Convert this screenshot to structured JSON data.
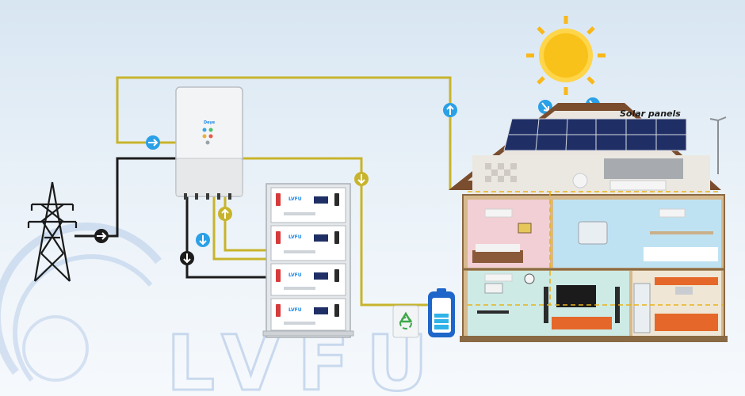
{
  "labels": {
    "solar_panels": "Solar panels",
    "battery_brand": "LVFU",
    "inverter_brand": "Deye",
    "watermark": "LVFU"
  },
  "colors": {
    "ac_line": "#c8b42c",
    "grid_line": "#1c1c1c",
    "arrow_badge": "#2aa0e6",
    "sun": "#f8c21a",
    "battery_accent": "#d63a3a",
    "watermark": "#4a7fc6"
  },
  "icons": {
    "transmission_tower": "transmission-tower-icon",
    "sun": "sun-icon",
    "recycle": "recycle-icon",
    "battery": "battery-icon"
  }
}
